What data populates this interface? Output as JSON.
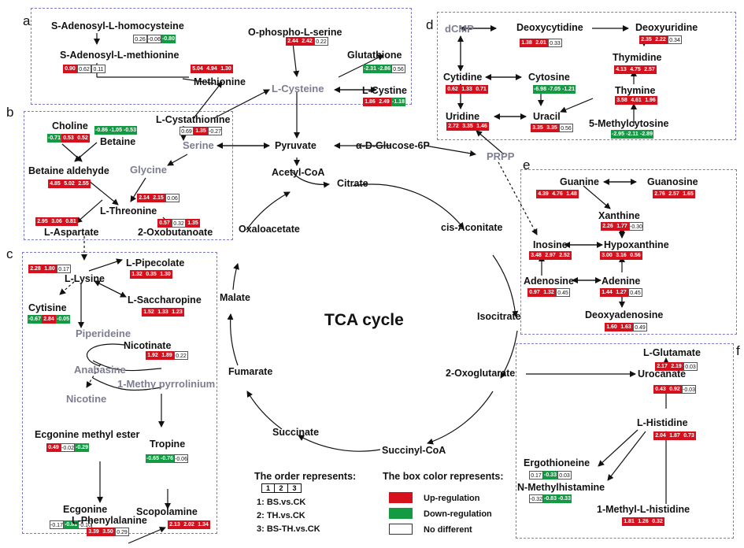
{
  "panel_letters": {
    "a": "a",
    "b": "b",
    "c": "c",
    "d": "d",
    "e": "e",
    "f": "f"
  },
  "metabolites": {
    "sah": "S-Adenosyl-L-homocysteine",
    "sam": "S-Adenosyl-L-methionine",
    "methionine": "Methionine",
    "ophosphoserine": "O-phospho-L-serine",
    "glutathione": "Glutathione",
    "cysteine": "L-Cysteine",
    "cystine": "L-Cystine",
    "choline": "Choline",
    "betaine": "Betaine",
    "cystathionine": "L-Cystathionine",
    "serine": "Serine",
    "betaine_aldehyde": "Betaine aldehyde",
    "glycine": "Glycine",
    "threonine": "L-Threonine",
    "aspartate": "L-Aspartate",
    "oxobutanoate": "2-Oxobutanoate",
    "pyruvate": "Pyruvate",
    "glucose6p": "α-D-Glucose-6P",
    "acetylcoa": "Acetyl-CoA",
    "citrate": "Citrate",
    "cisaconitate": "cis-Aconitate",
    "oxaloacetate": "Oxaloacetate",
    "malate": "Malate",
    "isocitrate": "Isocitrate",
    "tca": "TCA cycle",
    "fumarate": "Fumarate",
    "oxoglutarate": "2-Oxoglutarate",
    "succinate": "Succinate",
    "succinylcoa": "Succinyl-CoA",
    "prpp": "PRPP",
    "dcmp": "dCMP",
    "deoxycytidine": "Deoxycytidine",
    "deoxyuridine": "Deoxyuridine",
    "thymidine": "Thymidine",
    "cytidine": "Cytidine",
    "cytosine": "Cytosine",
    "thymine": "Thymine",
    "uridine": "Uridine",
    "uracil": "Uracil",
    "methylcytosine": "5-Methylcytosine",
    "guanine": "Guanine",
    "guanosine": "Guanosine",
    "xanthine": "Xanthine",
    "inosine": "Inosine",
    "hypoxanthine": "Hypoxanthine",
    "adenosine": "Adenosine",
    "adenine": "Adenine",
    "deoxyadenosine": "Deoxyadenosine",
    "lysine": "L-Lysine",
    "pipecolate": "L-Pipecolate",
    "cytisine": "Cytisine",
    "saccharopine": "L-Saccharopine",
    "piperideine": "Piperideine",
    "nicotinate": "Nicotinate",
    "anabasine": "Anabasine",
    "nicotine": "Nicotine",
    "methylpyrrolinium": "1-Methy pyrrolinium",
    "ecgonine_ester": "Ecgonine methyl ester",
    "tropine": "Tropine",
    "ecgonine": "Ecgonine",
    "scopolamine": "Scopolamine",
    "phenylalanine": "L-Phenylalanine",
    "glutamate": "L-Glutamate",
    "urocanate": "Urocanate",
    "histidine": "L-Histidine",
    "ergothioneine": "Ergothioneine",
    "methylhistamine": "N-Methylhistamine",
    "methylhistidine": "1-Methyl-L-histidine"
  },
  "values": {
    "sah": [
      {
        "v": "0.26",
        "s": "nd"
      },
      {
        "v": "-0.06",
        "s": "nd"
      },
      {
        "v": "-0.80",
        "s": "down"
      }
    ],
    "sam": [
      {
        "v": "0.90",
        "s": "up"
      },
      {
        "v": "0.62",
        "s": "nd"
      },
      {
        "v": "0.11",
        "s": "nd"
      }
    ],
    "methionine": [
      {
        "v": "5.04",
        "s": "up"
      },
      {
        "v": "4.94",
        "s": "up"
      },
      {
        "v": "1.30",
        "s": "up"
      }
    ],
    "ophosphoserine": [
      {
        "v": "2.44",
        "s": "up"
      },
      {
        "v": "2.42",
        "s": "up"
      },
      {
        "v": "0.22",
        "s": "nd"
      }
    ],
    "glutathione": [
      {
        "v": "-2.31",
        "s": "down"
      },
      {
        "v": "-2.86",
        "s": "down"
      },
      {
        "v": "0.56",
        "s": "nd"
      }
    ],
    "cystine": [
      {
        "v": "1.86",
        "s": "up"
      },
      {
        "v": "2.49",
        "s": "up"
      },
      {
        "v": "-1.18",
        "s": "down"
      }
    ],
    "choline": [
      {
        "v": "-0.71",
        "s": "down"
      },
      {
        "v": "0.53",
        "s": "up"
      },
      {
        "v": "0.52",
        "s": "up"
      }
    ],
    "betaine": [
      {
        "v": "-0.86",
        "s": "down"
      },
      {
        "v": "-1.05",
        "s": "down"
      },
      {
        "v": "-0.53",
        "s": "down"
      }
    ],
    "cystathionine": [
      {
        "v": "0.69",
        "s": "nd"
      },
      {
        "v": "1.35",
        "s": "up"
      },
      {
        "v": "-0.27",
        "s": "nd"
      }
    ],
    "betaine_aldehyde": [
      {
        "v": "4.85",
        "s": "up"
      },
      {
        "v": "5.02",
        "s": "up"
      },
      {
        "v": "2.55",
        "s": "up"
      }
    ],
    "threonine": [
      {
        "v": "2.14",
        "s": "up"
      },
      {
        "v": "2.15",
        "s": "up"
      },
      {
        "v": "0.06",
        "s": "nd"
      }
    ],
    "aspartate": [
      {
        "v": "2.95",
        "s": "up"
      },
      {
        "v": "3.06",
        "s": "up"
      },
      {
        "v": "0.81",
        "s": "up"
      }
    ],
    "oxobutanoate": [
      {
        "v": "0.57",
        "s": "up"
      },
      {
        "v": "0.32",
        "s": "nd"
      },
      {
        "v": "1.35",
        "s": "up"
      }
    ],
    "deoxycytidine": [
      {
        "v": "1.38",
        "s": "up"
      },
      {
        "v": "2.01",
        "s": "up"
      },
      {
        "v": "0.33",
        "s": "nd"
      }
    ],
    "deoxyuridine": [
      {
        "v": "2.35",
        "s": "up"
      },
      {
        "v": "2.22",
        "s": "up"
      },
      {
        "v": "0.34",
        "s": "nd"
      }
    ],
    "thymidine": [
      {
        "v": "4.13",
        "s": "up"
      },
      {
        "v": "4.75",
        "s": "up"
      },
      {
        "v": "2.57",
        "s": "up"
      }
    ],
    "cytidine": [
      {
        "v": "0.62",
        "s": "up"
      },
      {
        "v": "1.33",
        "s": "up"
      },
      {
        "v": "0.71",
        "s": "up"
      }
    ],
    "cytosine": [
      {
        "v": "-6.98",
        "s": "down"
      },
      {
        "v": "-7.05",
        "s": "down"
      },
      {
        "v": "-1.21",
        "s": "down"
      }
    ],
    "thymine": [
      {
        "v": "3.58",
        "s": "up"
      },
      {
        "v": "4.61",
        "s": "up"
      },
      {
        "v": "1.96",
        "s": "up"
      }
    ],
    "uridine": [
      {
        "v": "2.72",
        "s": "up"
      },
      {
        "v": "3.35",
        "s": "up"
      },
      {
        "v": "1.46",
        "s": "up"
      }
    ],
    "uracil": [
      {
        "v": "3.35",
        "s": "up"
      },
      {
        "v": "3.35",
        "s": "up"
      },
      {
        "v": "0.56",
        "s": "nd"
      }
    ],
    "methylcytosine": [
      {
        "v": "-2.95",
        "s": "down"
      },
      {
        "v": "-2.11",
        "s": "down"
      },
      {
        "v": "-2.89",
        "s": "down"
      }
    ],
    "guanine": [
      {
        "v": "4.39",
        "s": "up"
      },
      {
        "v": "4.76",
        "s": "up"
      },
      {
        "v": "1.48",
        "s": "up"
      }
    ],
    "guanosine": [
      {
        "v": "2.76",
        "s": "up"
      },
      {
        "v": "2.57",
        "s": "up"
      },
      {
        "v": "1.65",
        "s": "up"
      }
    ],
    "xanthine": [
      {
        "v": "2.26",
        "s": "up"
      },
      {
        "v": "1.77",
        "s": "up"
      },
      {
        "v": "-0.30",
        "s": "nd"
      }
    ],
    "inosine": [
      {
        "v": "3.48",
        "s": "up"
      },
      {
        "v": "2.97",
        "s": "up"
      },
      {
        "v": "2.52",
        "s": "up"
      }
    ],
    "hypoxanthine": [
      {
        "v": "3.00",
        "s": "up"
      },
      {
        "v": "3.16",
        "s": "up"
      },
      {
        "v": "0.56",
        "s": "up"
      }
    ],
    "adenosine": [
      {
        "v": "0.97",
        "s": "up"
      },
      {
        "v": "1.32",
        "s": "up"
      },
      {
        "v": "0.45",
        "s": "nd"
      }
    ],
    "adenine": [
      {
        "v": "1.44",
        "s": "up"
      },
      {
        "v": "1.27",
        "s": "up"
      },
      {
        "v": "0.45",
        "s": "nd"
      }
    ],
    "deoxyadenosine": [
      {
        "v": "1.60",
        "s": "up"
      },
      {
        "v": "1.63",
        "s": "up"
      },
      {
        "v": "0.49",
        "s": "nd"
      }
    ],
    "lysine": [
      {
        "v": "2.28",
        "s": "up"
      },
      {
        "v": "1.80",
        "s": "up"
      },
      {
        "v": "0.17",
        "s": "nd"
      }
    ],
    "pipecolate": [
      {
        "v": "1.32",
        "s": "up"
      },
      {
        "v": "0.35",
        "s": "up"
      },
      {
        "v": "1.30",
        "s": "up"
      }
    ],
    "saccharopine": [
      {
        "v": "1.52",
        "s": "up"
      },
      {
        "v": "1.33",
        "s": "up"
      },
      {
        "v": "1.23",
        "s": "up"
      }
    ],
    "cytisine": [
      {
        "v": "-0.67",
        "s": "down"
      },
      {
        "v": "2.84",
        "s": "up"
      },
      {
        "v": "-0.05",
        "s": "down"
      }
    ],
    "nicotinate": [
      {
        "v": "1.92",
        "s": "up"
      },
      {
        "v": "1.89",
        "s": "up"
      },
      {
        "v": "0.22",
        "s": "nd"
      }
    ],
    "ecgonine_ester": [
      {
        "v": "0.49",
        "s": "up"
      },
      {
        "v": "-0.02",
        "s": "nd"
      },
      {
        "v": "-0.29",
        "s": "down"
      }
    ],
    "tropine": [
      {
        "v": "-0.65",
        "s": "down"
      },
      {
        "v": "-0.76",
        "s": "down"
      },
      {
        "v": "-0.06",
        "s": "nd"
      }
    ],
    "ecgonine": [
      {
        "v": "-0.17",
        "s": "nd"
      },
      {
        "v": "-0.81",
        "s": "down"
      },
      {
        "v": "-0.10",
        "s": "nd"
      }
    ],
    "scopolamine": [
      {
        "v": "2.13",
        "s": "up"
      },
      {
        "v": "2.02",
        "s": "up"
      },
      {
        "v": "1.34",
        "s": "up"
      }
    ],
    "phenylalanine": [
      {
        "v": "3.39",
        "s": "up"
      },
      {
        "v": "3.50",
        "s": "up"
      },
      {
        "v": "0.29",
        "s": "nd"
      }
    ],
    "glutamate": [
      {
        "v": "2.17",
        "s": "up"
      },
      {
        "v": "2.19",
        "s": "up"
      },
      {
        "v": "0.03",
        "s": "nd"
      }
    ],
    "urocanate": [
      {
        "v": "0.43",
        "s": "up"
      },
      {
        "v": "0.92",
        "s": "up"
      },
      {
        "v": "-0.03",
        "s": "nd"
      }
    ],
    "histidine": [
      {
        "v": "2.04",
        "s": "up"
      },
      {
        "v": "1.87",
        "s": "up"
      },
      {
        "v": "0.73",
        "s": "up"
      }
    ],
    "ergothioneine": [
      {
        "v": "0.17",
        "s": "nd"
      },
      {
        "v": "-0.33",
        "s": "down"
      },
      {
        "v": "0.03",
        "s": "nd"
      }
    ],
    "methylhistamine": [
      {
        "v": "-0.32",
        "s": "nd"
      },
      {
        "v": "-0.83",
        "s": "down"
      },
      {
        "v": "-0.33",
        "s": "down"
      }
    ],
    "methylhistidine": [
      {
        "v": "1.81",
        "s": "up"
      },
      {
        "v": "1.26",
        "s": "up"
      },
      {
        "v": "0.32",
        "s": "up"
      }
    ]
  },
  "legend": {
    "order_title": "The order represents:",
    "order_cells": [
      "1",
      "2",
      "3"
    ],
    "order_items": [
      "1: BS.vs.CK",
      "2: TH.vs.CK",
      "3: BS-TH.vs.CK"
    ],
    "color_title": "The box color represents:",
    "color_items": [
      "Up-regulation",
      "Down-regulation",
      "No different"
    ]
  },
  "colors": {
    "up": "#d6111e",
    "down": "#139a43",
    "nd": "#ffffff",
    "panel_border": "#7a7ac6",
    "gray_node": "#7d7d92"
  }
}
